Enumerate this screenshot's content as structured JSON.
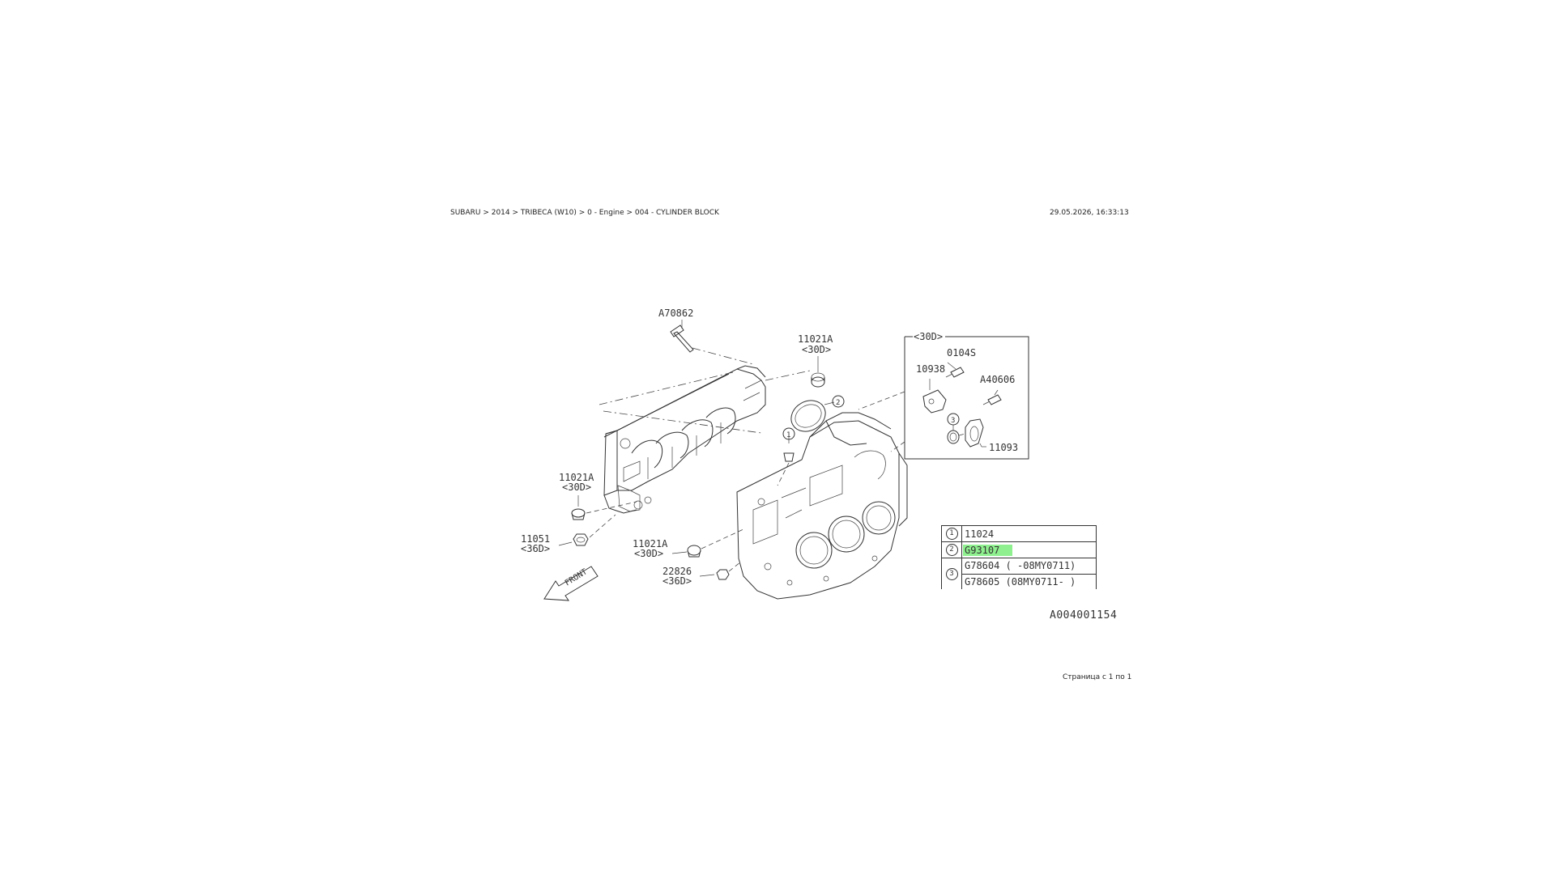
{
  "header": {
    "breadcrumb": "SUBARU > 2014 > TRIBECA (W10) > 0 - Engine > 004 - CYLINDER BLOCK",
    "datetime": "29.05.2026, 16:33:13"
  },
  "footer": {
    "page_info": "Страница с 1 по 1"
  },
  "diagram": {
    "labels": {
      "a70862": "A70862",
      "p11021a_top": "11021A",
      "p11021a_top_note": "<30D>",
      "box_note": "<30D>",
      "p0104s": "0104S",
      "p10938": "10938",
      "a40606": "A40606",
      "p11093": "11093",
      "p11021a_left": "11021A",
      "p11021a_left_note": "<30D>",
      "p11051": "11051",
      "p11051_note": "<36D>",
      "p11021a_bottom": "11021A",
      "p11021a_bottom_note": "<30D>",
      "p22826": "22826",
      "p22826_note": "<36D>",
      "front": "FRONT",
      "callout_1": "1",
      "callout_2": "2",
      "callout_3": "3"
    },
    "code": "A004001154"
  },
  "legend": {
    "rows": [
      {
        "num": "1",
        "part": "11024",
        "highlight": false
      },
      {
        "num": "2",
        "part": "G93107",
        "highlight": true
      }
    ],
    "group": {
      "num": "3",
      "parts": [
        "G78604 (  -08MY0711)",
        "G78605 (08MY0711-  )"
      ]
    },
    "highlight_color": "#8ff08f"
  }
}
